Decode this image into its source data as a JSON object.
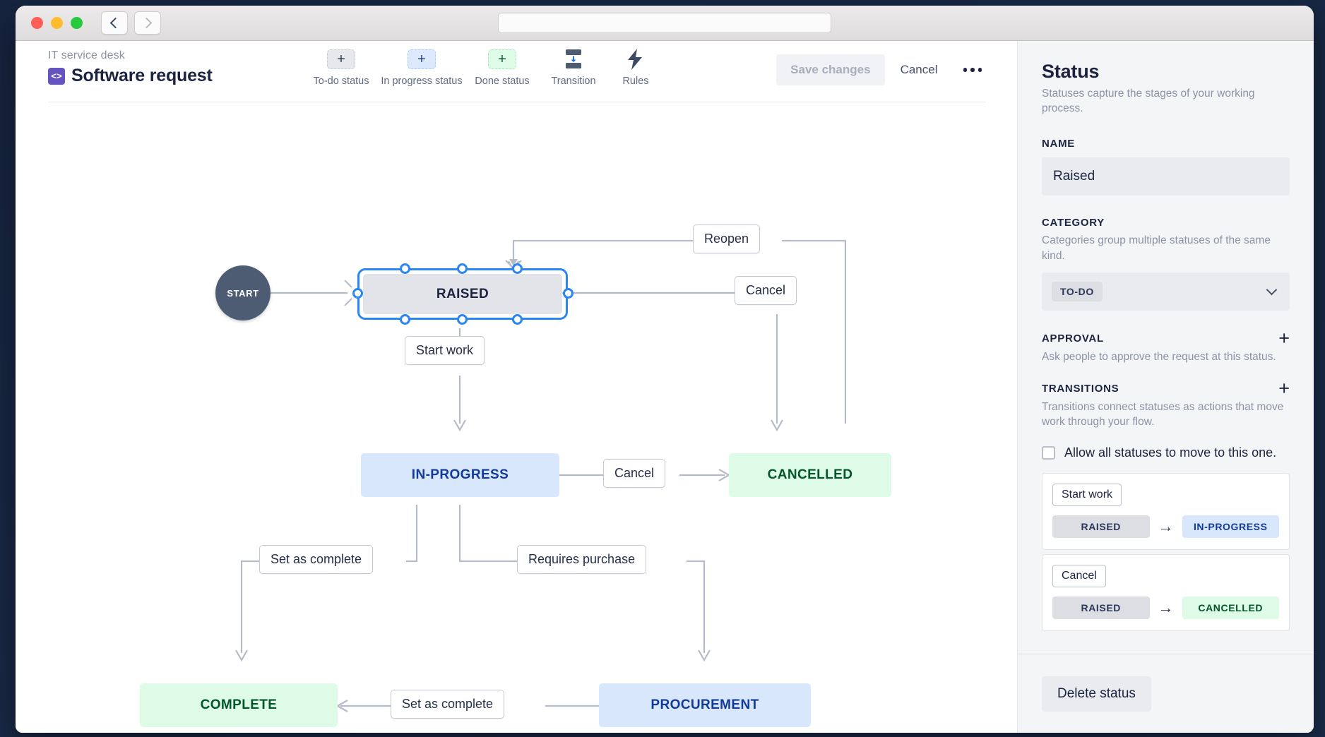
{
  "window": {
    "traffic_lights": [
      "close-red",
      "minimize-amber",
      "maximize-green"
    ],
    "back_icon": "chevron-left-icon",
    "forward_icon": "chevron-right-icon",
    "address_value": ""
  },
  "header": {
    "breadcrumb": "IT service desk",
    "project_icon_glyph": "<>",
    "project_title": "Software request",
    "tools": [
      {
        "icon": "plus-icon",
        "glyph": "+",
        "label": "To-do status",
        "kind": "todo"
      },
      {
        "icon": "plus-icon",
        "glyph": "+",
        "label": "In progress status",
        "kind": "inprog"
      },
      {
        "icon": "plus-icon",
        "glyph": "+",
        "label": "Done status",
        "kind": "done"
      },
      {
        "icon": "transition-icon",
        "glyph": "",
        "label": "Transition",
        "kind": "transition"
      },
      {
        "icon": "lightning-bolt-icon",
        "glyph": "",
        "label": "Rules",
        "kind": "rules"
      }
    ],
    "save_label": "Save changes",
    "cancel_label": "Cancel",
    "more_icon": "ellipsis-icon"
  },
  "canvas": {
    "start_label": "START",
    "nodes": [
      {
        "id": "raised",
        "label": "RAISED",
        "kind": "todo",
        "selected": true
      },
      {
        "id": "in-progress",
        "label": "IN-PROGRESS",
        "kind": "inprog",
        "selected": false
      },
      {
        "id": "cancelled",
        "label": "CANCELLED",
        "kind": "done",
        "selected": false
      },
      {
        "id": "complete",
        "label": "COMPLETE",
        "kind": "done",
        "selected": false
      },
      {
        "id": "procurement",
        "label": "PROCUREMENT",
        "kind": "inprog",
        "selected": false
      }
    ],
    "transition_labels": [
      {
        "id": "reopen",
        "label": "Reopen"
      },
      {
        "id": "cancel-raised",
        "label": "Cancel"
      },
      {
        "id": "start-work",
        "label": "Start work"
      },
      {
        "id": "cancel-inprogress",
        "label": "Cancel"
      },
      {
        "id": "set-as-complete-1",
        "label": "Set as complete"
      },
      {
        "id": "requires-purchase",
        "label": "Requires purchase"
      },
      {
        "id": "set-as-complete-2",
        "label": "Set as complete"
      }
    ]
  },
  "panel": {
    "title": "Status",
    "subtitle": "Statuses capture the stages of your working process.",
    "name_label": "NAME",
    "name_value": "Raised",
    "category_label": "CATEGORY",
    "category_desc": "Categories group multiple statuses of the same kind.",
    "category_value": "TO-DO",
    "category_caret_icon": "chevron-down-icon",
    "approval_label": "APPROVAL",
    "approval_desc": "Ask people to approve the request at this status.",
    "approval_add_icon": "plus-icon",
    "transitions_label": "TRANSITIONS",
    "transitions_desc": "Transitions connect statuses as actions that move work through your flow.",
    "transitions_add_icon": "plus-icon",
    "allow_all_label": "Allow all statuses to move to this one.",
    "allow_all_checked": false,
    "transitions": [
      {
        "name": "Start work",
        "from": "RAISED",
        "from_kind": "todo",
        "to": "IN-PROGRESS",
        "to_kind": "inprog",
        "arrow": "→"
      },
      {
        "name": "Cancel",
        "from": "RAISED",
        "from_kind": "todo",
        "to": "CANCELLED",
        "to_kind": "done",
        "arrow": "→"
      }
    ],
    "delete_label": "Delete status"
  },
  "colors": {
    "todo_bg": "#e2e4e9",
    "inprogress_bg": "#d9e7fd",
    "done_bg": "#ddfbe7",
    "selection_blue": "#2b86f5",
    "brand_purple": "#6554c0"
  }
}
